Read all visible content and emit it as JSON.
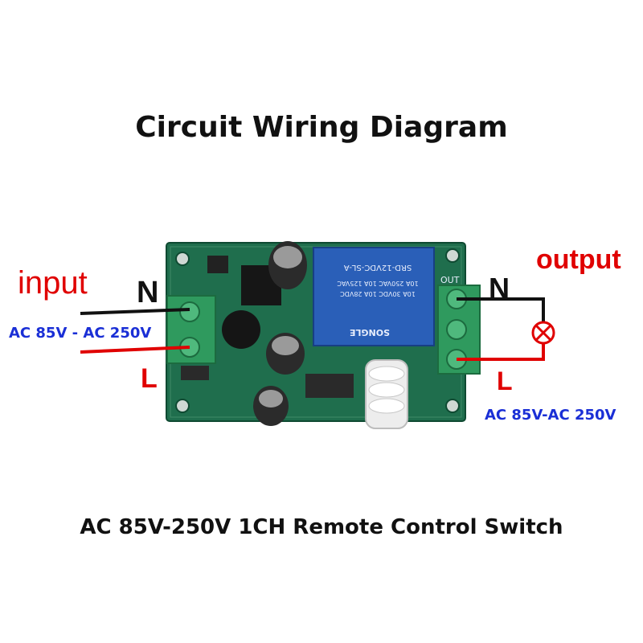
{
  "title": "Circuit Wiring Diagram",
  "subtitle": "AC 85V-250V 1CH Remote Control Switch",
  "input": {
    "label": "input",
    "n_label": "N",
    "l_label": "L",
    "voltage": "AC 85V - AC 250V"
  },
  "output": {
    "label": "output",
    "n_label": "N",
    "l_label": "L",
    "voltage": "AC 85V-AC 250V"
  },
  "board": {
    "out_marking": "OUT",
    "relay_text": "SRD-12VDC-SL-A",
    "relay_brand": "SONGLE",
    "relay_ratings": [
      "10A 250VAC  10A 125VAC",
      "10A 30VDC  10A 28VDC"
    ]
  },
  "colors": {
    "neutral_wire": "#111111",
    "live_wire": "#e00000",
    "voltage_text": "#1a2fd6",
    "pcb": "#1f6e4d",
    "relay": "#2a5fb8",
    "terminal": "#2f9a5e"
  },
  "icons": [
    "lamp-icon",
    "capacitor-icon",
    "relay-icon",
    "antenna-coil-icon"
  ]
}
